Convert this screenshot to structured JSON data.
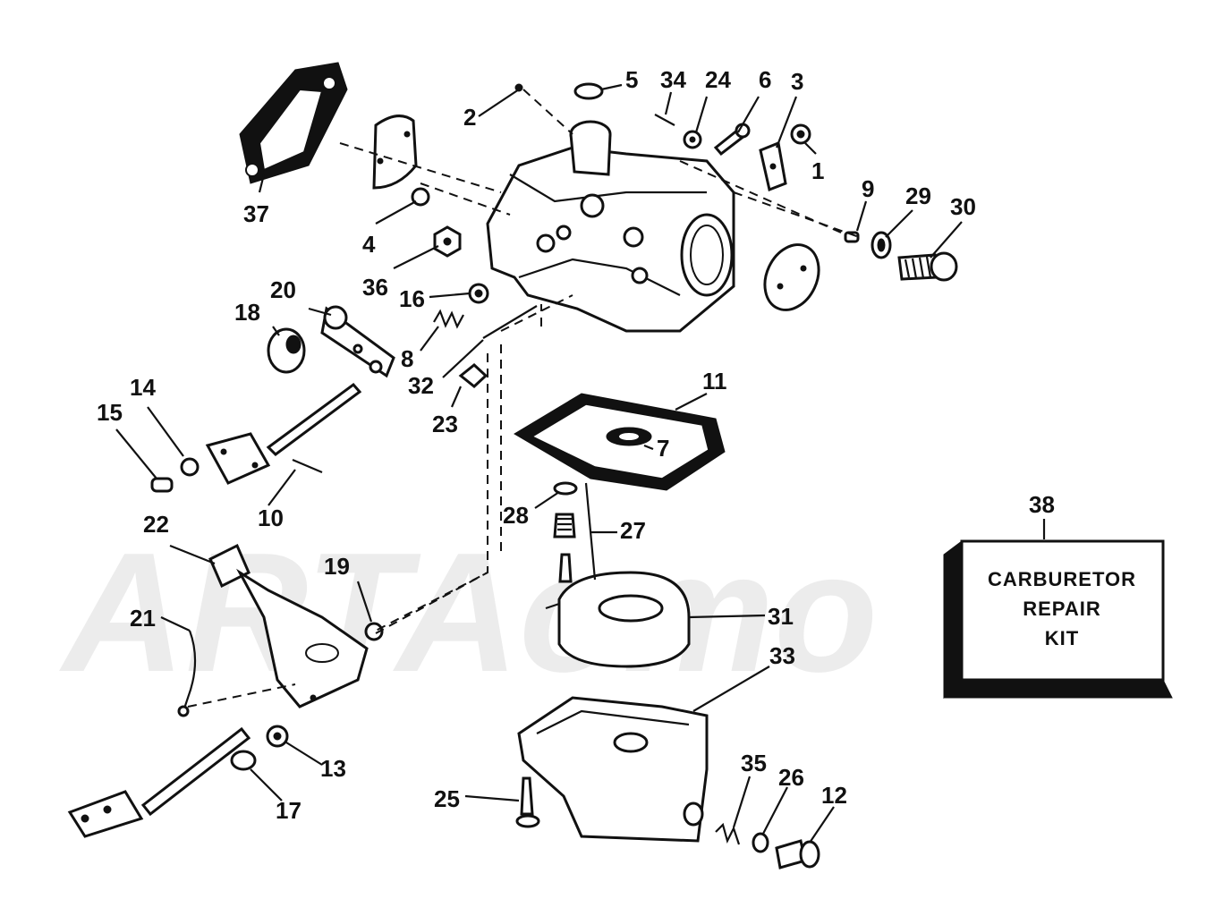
{
  "watermark": {
    "text": "ARTAomo"
  },
  "kit": {
    "number": "38",
    "lines": [
      "CARBURETOR",
      "REPAIR",
      "KIT"
    ]
  },
  "callouts": [
    {
      "id": "1",
      "label": "1"
    },
    {
      "id": "2",
      "label": "2"
    },
    {
      "id": "3",
      "label": "3"
    },
    {
      "id": "4",
      "label": "4"
    },
    {
      "id": "5",
      "label": "5"
    },
    {
      "id": "6",
      "label": "6"
    },
    {
      "id": "7",
      "label": "7"
    },
    {
      "id": "8",
      "label": "8"
    },
    {
      "id": "9",
      "label": "9"
    },
    {
      "id": "10",
      "label": "10"
    },
    {
      "id": "11",
      "label": "11"
    },
    {
      "id": "12",
      "label": "12"
    },
    {
      "id": "13",
      "label": "13"
    },
    {
      "id": "14",
      "label": "14"
    },
    {
      "id": "15",
      "label": "15"
    },
    {
      "id": "16",
      "label": "16"
    },
    {
      "id": "17",
      "label": "17"
    },
    {
      "id": "18",
      "label": "18"
    },
    {
      "id": "19",
      "label": "19"
    },
    {
      "id": "20",
      "label": "20"
    },
    {
      "id": "21",
      "label": "21"
    },
    {
      "id": "22",
      "label": "22"
    },
    {
      "id": "23",
      "label": "23"
    },
    {
      "id": "24",
      "label": "24"
    },
    {
      "id": "25",
      "label": "25"
    },
    {
      "id": "26",
      "label": "26"
    },
    {
      "id": "27",
      "label": "27"
    },
    {
      "id": "28",
      "label": "28"
    },
    {
      "id": "29",
      "label": "29"
    },
    {
      "id": "30",
      "label": "30"
    },
    {
      "id": "31",
      "label": "31"
    },
    {
      "id": "32",
      "label": "32"
    },
    {
      "id": "33",
      "label": "33"
    },
    {
      "id": "34",
      "label": "34"
    },
    {
      "id": "35",
      "label": "35"
    },
    {
      "id": "36",
      "label": "36"
    },
    {
      "id": "37",
      "label": "37"
    }
  ],
  "colors": {
    "ink": "#111111",
    "paper": "#ffffff",
    "watermark": "#ececec"
  }
}
